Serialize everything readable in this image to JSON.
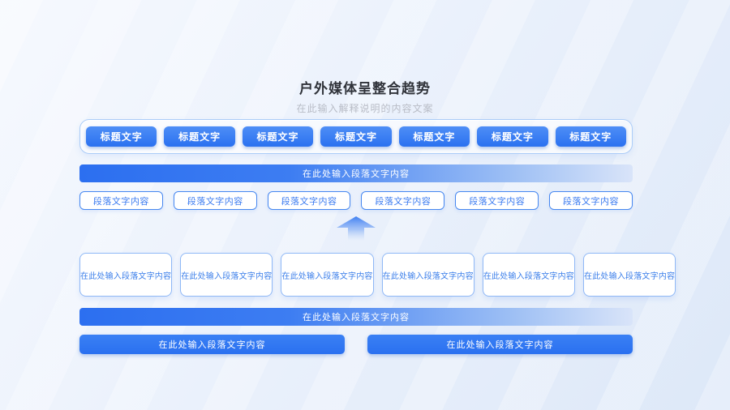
{
  "slide": {
    "title": "户外媒体呈整合趋势",
    "subtitle": "在此输入解释说明的内容文案"
  },
  "colors": {
    "primary_blue": "#2E78F2",
    "light_border_blue": "#ABCCF8",
    "box_border_blue": "#4687F0",
    "detail_border_blue": "#8FB8F6",
    "box_text_blue": "#3B7BF0",
    "band_gradient_start": "#2C6FF0",
    "band_gradient_end": "#D9E4F9",
    "background_start": "#F6F9FE",
    "background_end": "#DDE8F8",
    "title_text": "#30333A",
    "subtitle_text": "#B8BCC6"
  },
  "icons": {
    "arrow_up": "arrow-up-icon"
  },
  "header_buttons": {
    "items": [
      "标题文字",
      "标题文字",
      "标题文字",
      "标题文字",
      "标题文字",
      "标题文字",
      "标题文字"
    ]
  },
  "band_top": {
    "label": "在此处输入段落文字内容"
  },
  "paragraph_boxes": {
    "items": [
      "段落文字内容",
      "段落文字内容",
      "段落文字内容",
      "段落文字内容",
      "段落文字内容",
      "段落文字内容"
    ]
  },
  "detail_boxes": {
    "items": [
      "在此处输入段落文字内容",
      "在此处输入段落文字内容",
      "在此处输入段落文字内容",
      "在此处输入段落文字内容",
      "在此处输入段落文字内容",
      "在此处输入段落文字内容"
    ]
  },
  "band_bottom": {
    "label": "在此处输入段落文字内容"
  },
  "bottom_buttons": {
    "items": [
      "在此处输入段落文字内容",
      "在此处输入段落文字内容"
    ]
  }
}
